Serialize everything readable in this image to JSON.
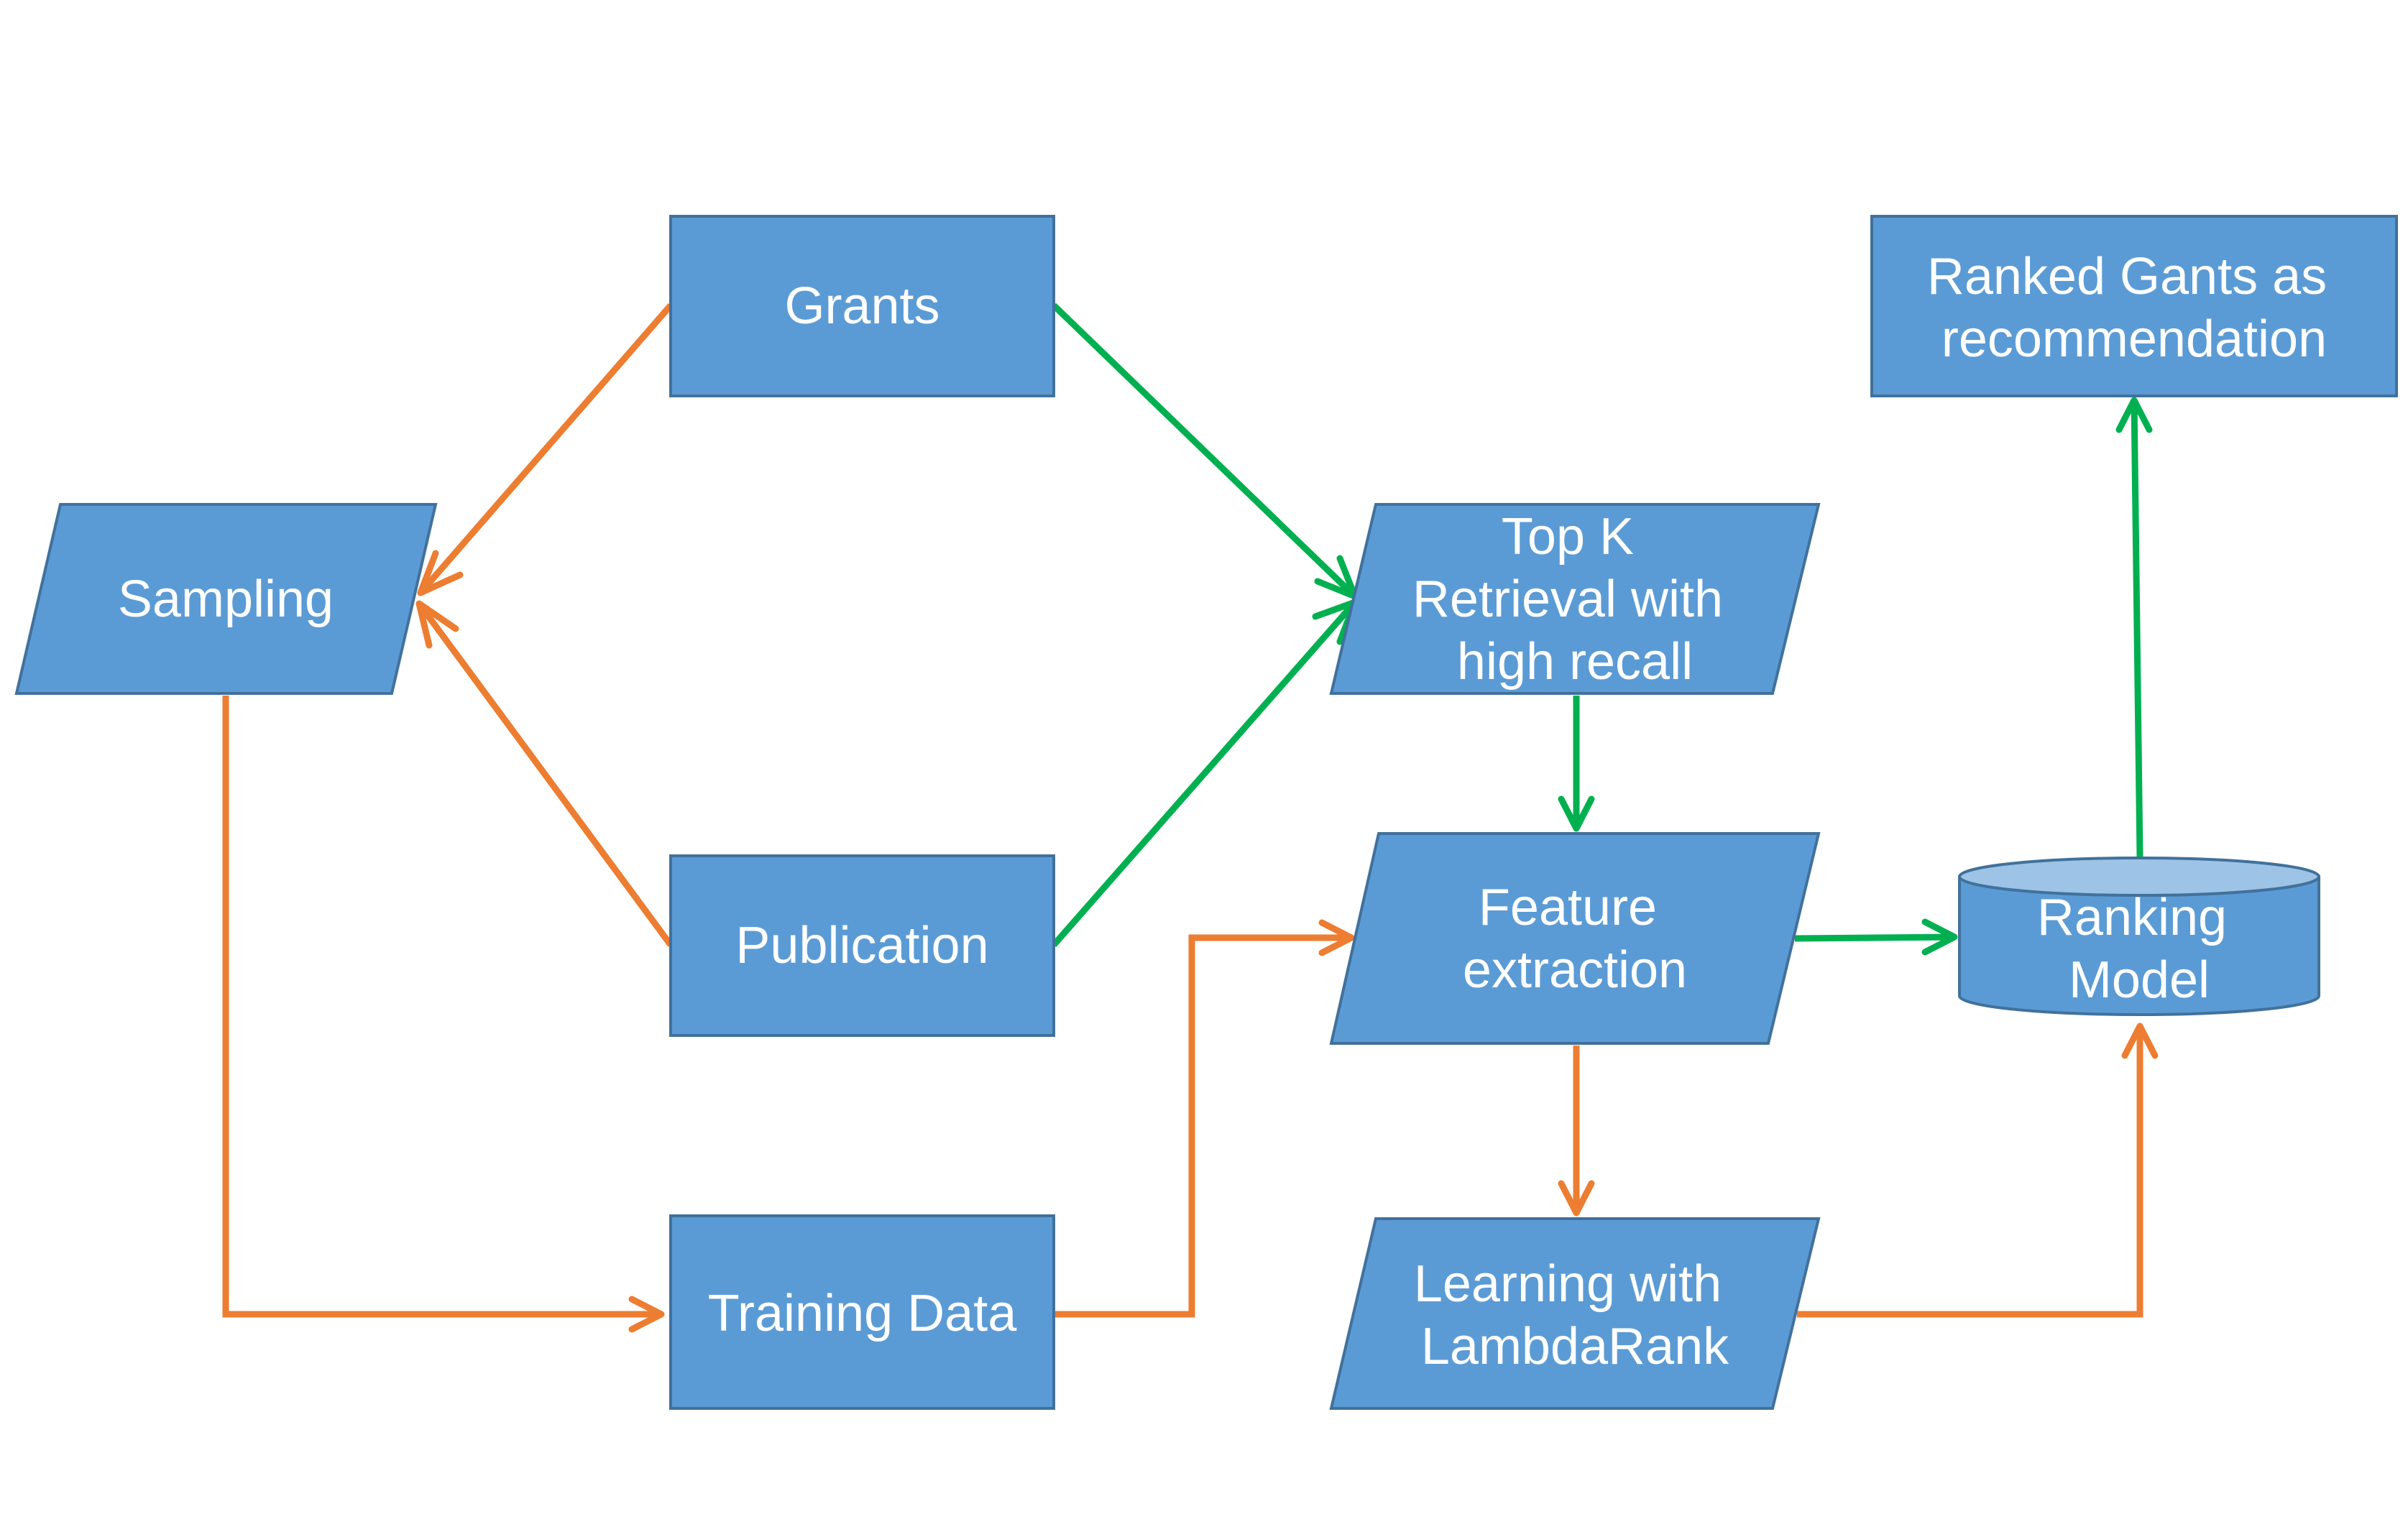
{
  "nodes": {
    "grants": {
      "shape": "rectangle",
      "lines": [
        "Grants"
      ]
    },
    "publication": {
      "shape": "rectangle",
      "lines": [
        "Publication"
      ]
    },
    "training_data": {
      "shape": "rectangle",
      "lines": [
        "Training Data"
      ]
    },
    "sampling": {
      "shape": "parallelogram",
      "lines": [
        "Sampling"
      ]
    },
    "top_k": {
      "shape": "parallelogram",
      "lines": [
        "Top K",
        "Retrieval with",
        "high recall"
      ]
    },
    "feature_extraction": {
      "shape": "parallelogram",
      "lines": [
        "Feature",
        "extraction"
      ]
    },
    "learning": {
      "shape": "parallelogram",
      "lines": [
        "Learning with",
        "LambdaRank"
      ]
    },
    "ranking_model": {
      "shape": "cylinder",
      "lines": [
        "Ranking",
        "Model"
      ]
    },
    "ranked_grants": {
      "shape": "rectangle",
      "lines": [
        "Ranked Gants as",
        "recommendation"
      ]
    }
  },
  "edges": [
    {
      "from": "grants",
      "to": "sampling",
      "color": "orange"
    },
    {
      "from": "publication",
      "to": "sampling",
      "color": "orange"
    },
    {
      "from": "sampling",
      "to": "training_data",
      "color": "orange"
    },
    {
      "from": "training_data",
      "to": "feature_extraction",
      "color": "orange"
    },
    {
      "from": "feature_extraction",
      "to": "learning",
      "color": "orange"
    },
    {
      "from": "learning",
      "to": "ranking_model",
      "color": "orange"
    },
    {
      "from": "grants",
      "to": "top_k",
      "color": "green"
    },
    {
      "from": "publication",
      "to": "top_k",
      "color": "green"
    },
    {
      "from": "top_k",
      "to": "feature_extraction",
      "color": "green"
    },
    {
      "from": "feature_extraction",
      "to": "ranking_model",
      "color": "green"
    },
    {
      "from": "ranking_model",
      "to": "ranked_grants",
      "color": "green"
    }
  ],
  "colors": {
    "node_fill": "#5b9bd5",
    "node_stroke": "#41719c",
    "cylinder_top": "#9dc3e6",
    "text": "#ffffff",
    "orange": "#ed7d31",
    "green": "#00b050"
  }
}
